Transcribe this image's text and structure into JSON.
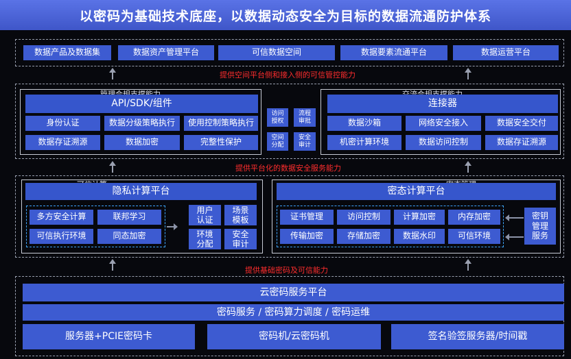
{
  "title": "以密码为基础技术底座，以数据动态安全为目标的数据流通防护体系",
  "top_apps": [
    "数据产品及数据集",
    "数据资产管理平台",
    "可信数据空间",
    "数据要素流通平台",
    "数据运营平台"
  ],
  "label_1": "提供空间平台侧和接入侧的可信管控能力",
  "label_2": "提供平台化的数据安全服务能力",
  "label_3": "提供基础密码及可信能力",
  "layer2": {
    "left_cut_title": "管理合规支撑能力",
    "right_cut_title": "交流合规支撑能力",
    "left_header": "API/SDK/组件",
    "left_row1": [
      "身份认证",
      "数据分级策略执行",
      "使用控制策略执行"
    ],
    "left_row2": [
      "数据存证溯源",
      "数据加密",
      "完整性保护"
    ],
    "mid_boxes": [
      "访问\n授权",
      "流程\n审批",
      "空间\n分配",
      "安全\n审计"
    ],
    "right_header": "连接器",
    "right_row1": [
      "数据沙箱",
      "网络安全接入",
      "数据安全交付"
    ],
    "right_row2": [
      "机密计算环境",
      "数据访问控制",
      "数据存证溯源"
    ]
  },
  "layer3": {
    "left_cut_title": "可信计算",
    "right_cut_title": "密态管理",
    "left_header": "隐私计算平台",
    "left_grid": [
      "多方安全计算",
      "联邦学习",
      "可信执行环境",
      "同态加密"
    ],
    "left_side": [
      "用户\n认证",
      "场景\n模板",
      "环境\n分配",
      "安全\n审计"
    ],
    "right_header": "密态计算平台",
    "right_grid": [
      "证书管理",
      "访问控制",
      "计算加密",
      "内存加密",
      "传输加密",
      "存储加密",
      "数据水印",
      "可信环境"
    ],
    "right_side": "密钥\n管理\n服务"
  },
  "layer4": {
    "cloud_platform": "云密码服务平台",
    "services": "密码服务 / 密码算力调度 / 密码运维",
    "hardware": [
      "服务器+PCIE密码卡",
      "密码机/云密码机",
      "签名验签服务器/时间戳"
    ]
  },
  "colors": {
    "box_blue": "#3d5bd1",
    "title_blue": "#4b65dc",
    "label_red": "#ff2d2d",
    "inner_dash": "#3fa6ff"
  }
}
